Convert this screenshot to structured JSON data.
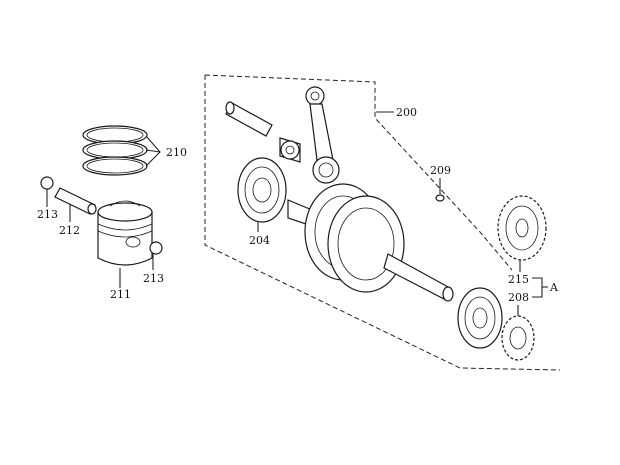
{
  "labels": {
    "l200": "200",
    "l204": "204",
    "l208": "208",
    "l209": "209",
    "l210": "210",
    "l211": "211",
    "l212": "212",
    "l213a": "213",
    "l213b": "213",
    "l215": "215",
    "lA": "A"
  }
}
